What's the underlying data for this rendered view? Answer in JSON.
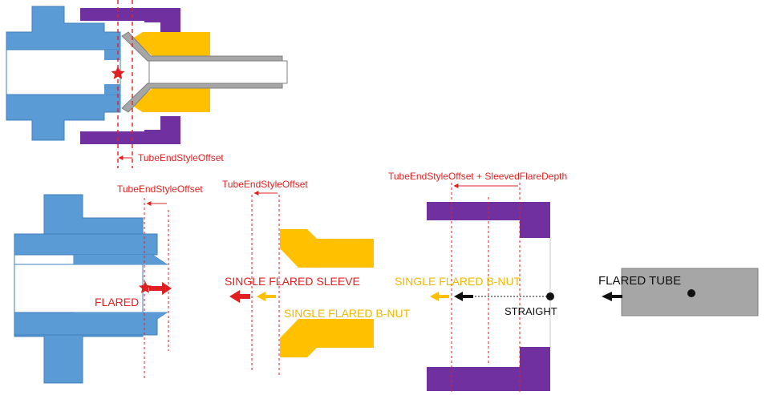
{
  "colors": {
    "fitting_blue": "#5b9bd5",
    "fitting_blue_edge": "#3f7fbf",
    "nut_purple": "#7030a0",
    "sleeve_gold": "#ffc000",
    "tube_gray": "#a6a6a6",
    "tube_gray_edge": "#7f7f7f",
    "dim_red": "#e02020",
    "marker_black": "#111111"
  },
  "assembly": {
    "offset_label": "TubeEndStyleOffset"
  },
  "parts": {
    "fitting": {
      "offset_label": "TubeEndStyleOffset",
      "caption": "FLARED"
    },
    "sleeve": {
      "offset_label": "TubeEndStyleOffset",
      "caption_title": "SINGLE FLARED SLEEVE",
      "caption_sub": "SINGLE FLARED B-NUT"
    },
    "bnut": {
      "offset_label": "TubeEndStyleOffset + SleevedFlareDepth",
      "caption_title": "SINGLE FLARED B-NUT",
      "caption_sub": "STRAIGHT"
    },
    "tube": {
      "caption": "FLARED TUBE"
    }
  }
}
